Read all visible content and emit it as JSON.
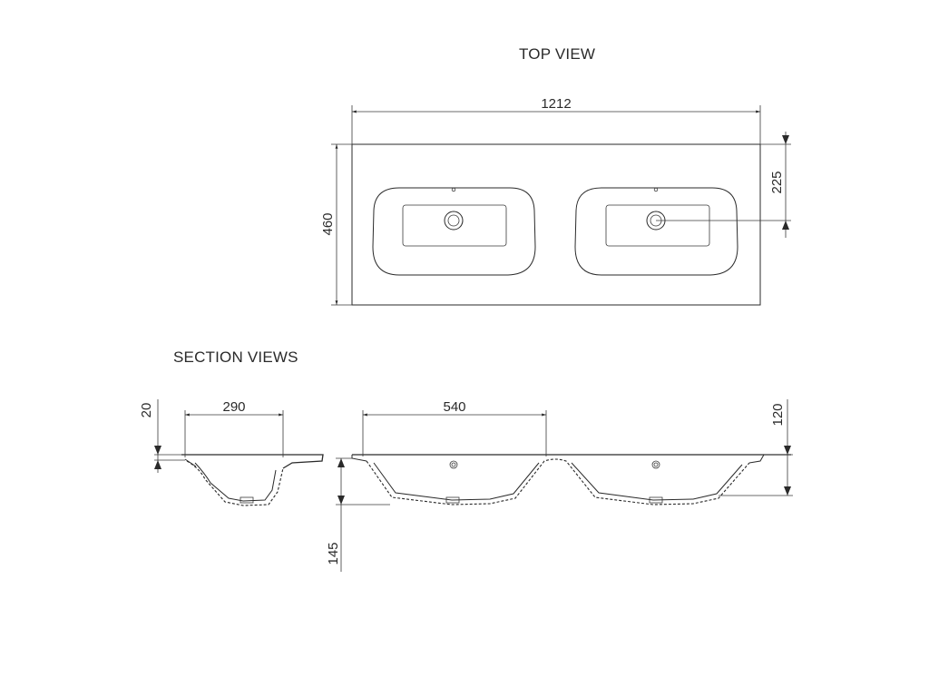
{
  "views": {
    "top_view_title": "TOP VIEW",
    "section_views_title": "SECTION VIEWS"
  },
  "top_view": {
    "overall_width": "1212",
    "overall_depth": "460",
    "waste_offset": "225"
  },
  "section_views": {
    "front_thickness": "20",
    "bowl_depth_side": "290",
    "bowl_width": "540",
    "top_to_bowl_base": "120",
    "overall_height": "145"
  }
}
